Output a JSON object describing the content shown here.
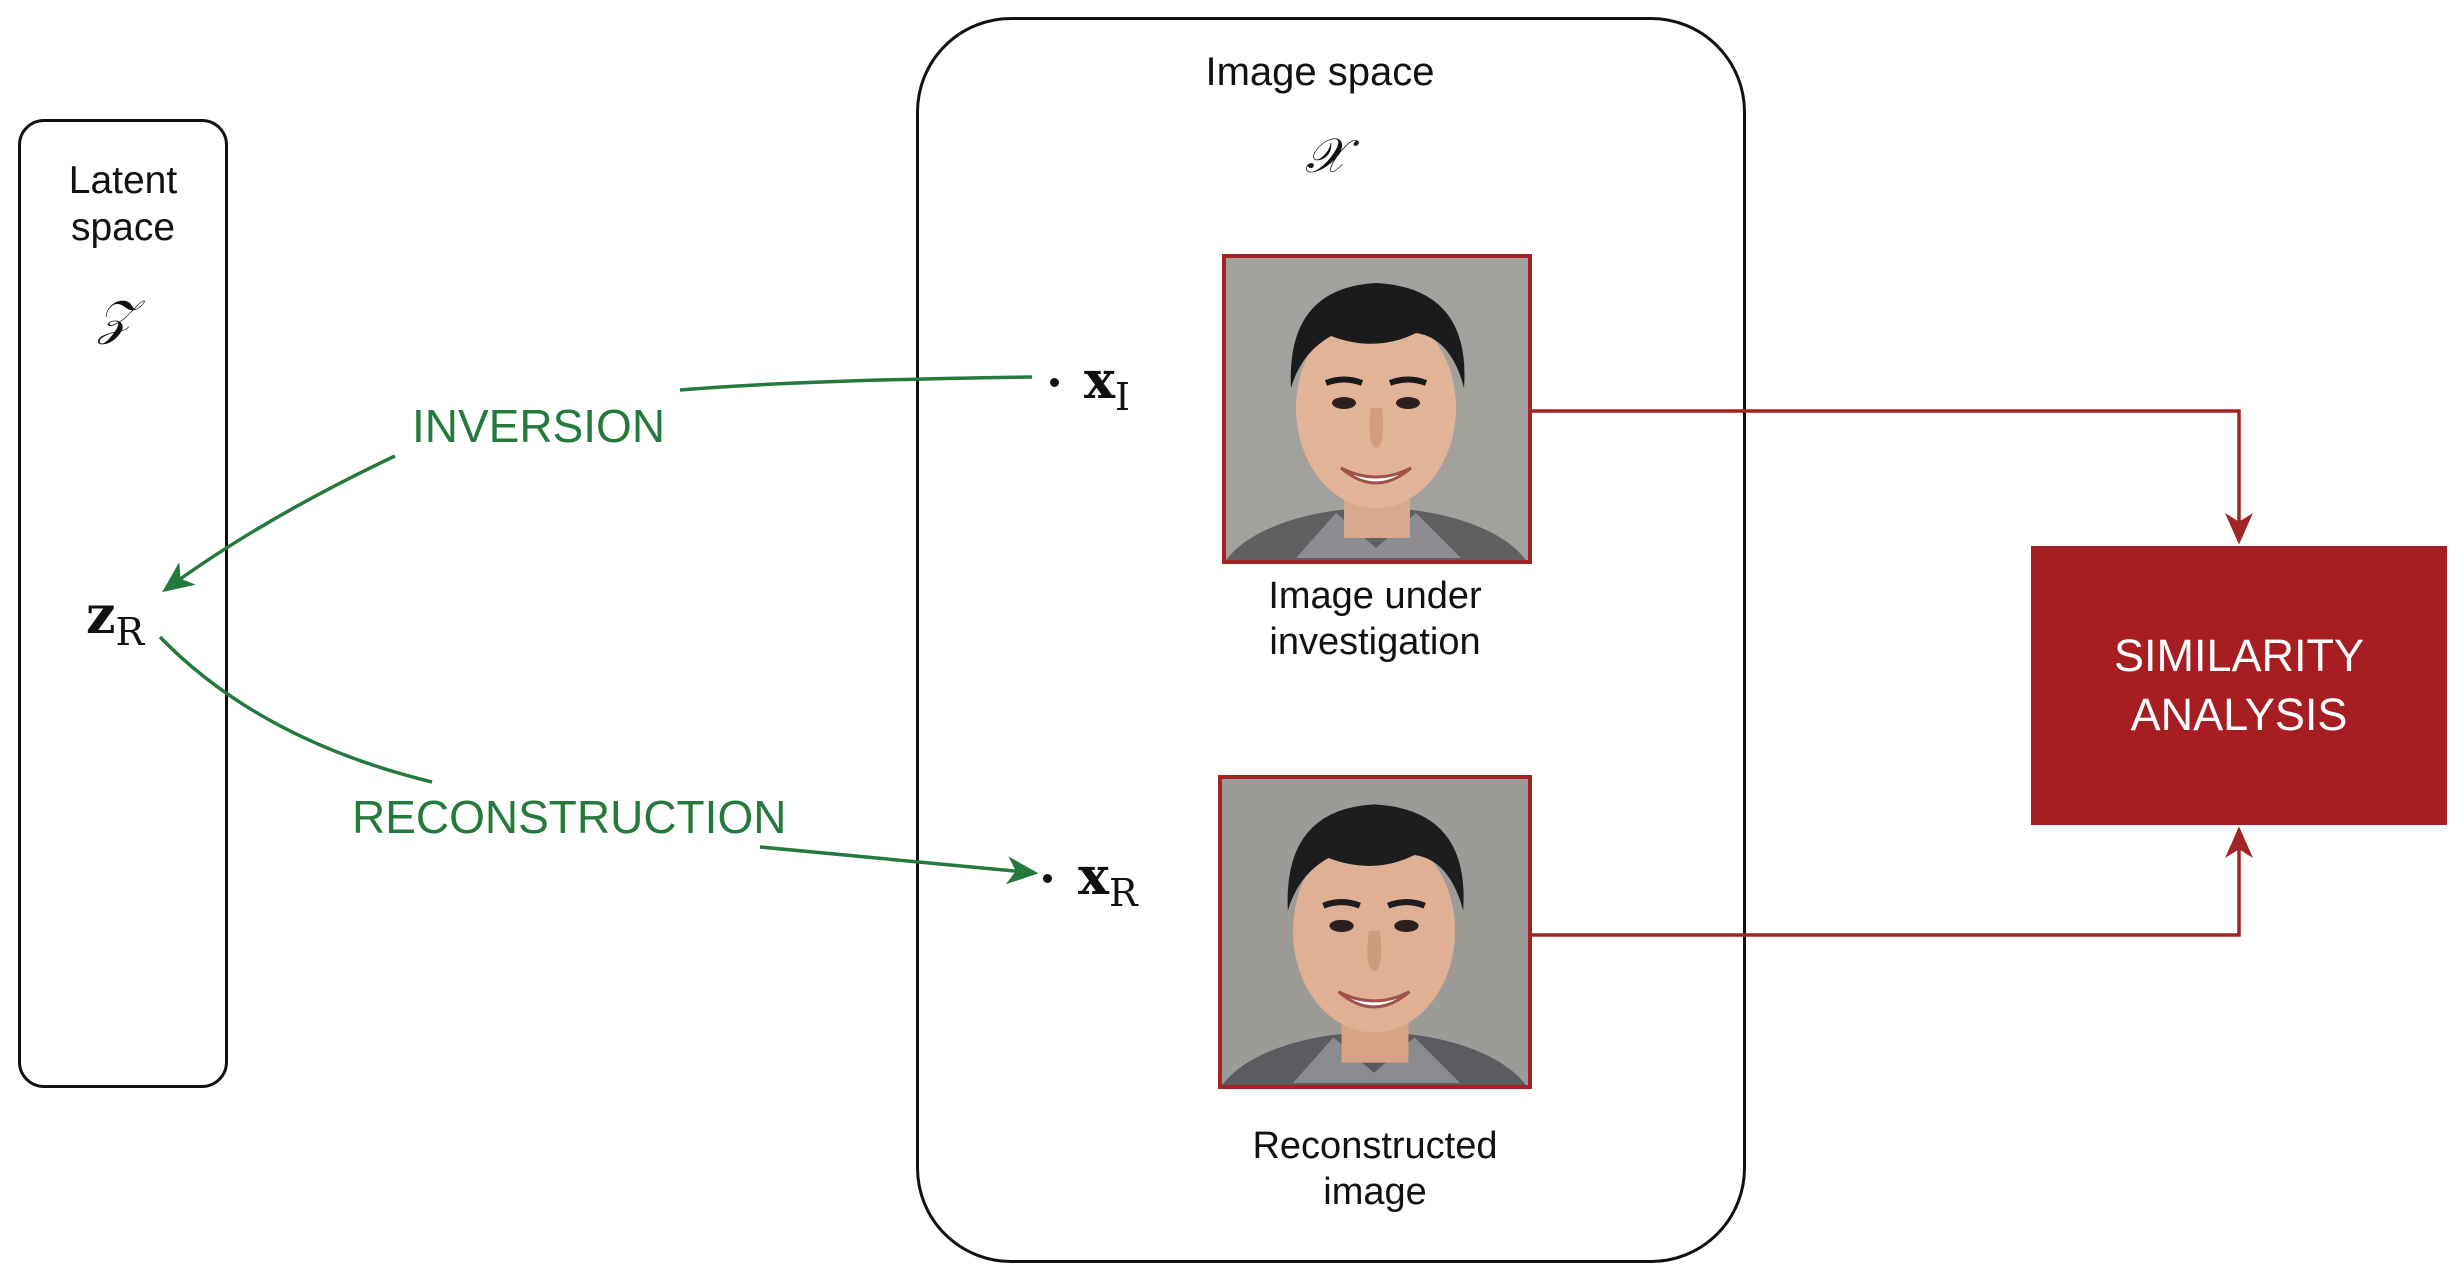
{
  "latent": {
    "title_line1": "Latent",
    "title_line2": "space",
    "symbol": "𝒵",
    "point_main": "z",
    "point_sub": "R"
  },
  "image_space": {
    "title": "Image space",
    "symbol": "𝒳",
    "xi_main": "x",
    "xi_sub": "I",
    "xr_main": "x",
    "xr_sub": "R",
    "face1_caption_line1": "Image under",
    "face1_caption_line2": "investigation",
    "face2_caption_line1": "Reconstructed",
    "face2_caption_line2": "image"
  },
  "arrows": {
    "inversion": "INVERSION",
    "reconstruction": "RECONSTRUCTION"
  },
  "similarity": {
    "line1": "SIMILARITY",
    "line2": "ANALYSIS"
  },
  "colors": {
    "green": "#237a3c",
    "red": "#a32424",
    "sim_fill": "#a61e22"
  }
}
